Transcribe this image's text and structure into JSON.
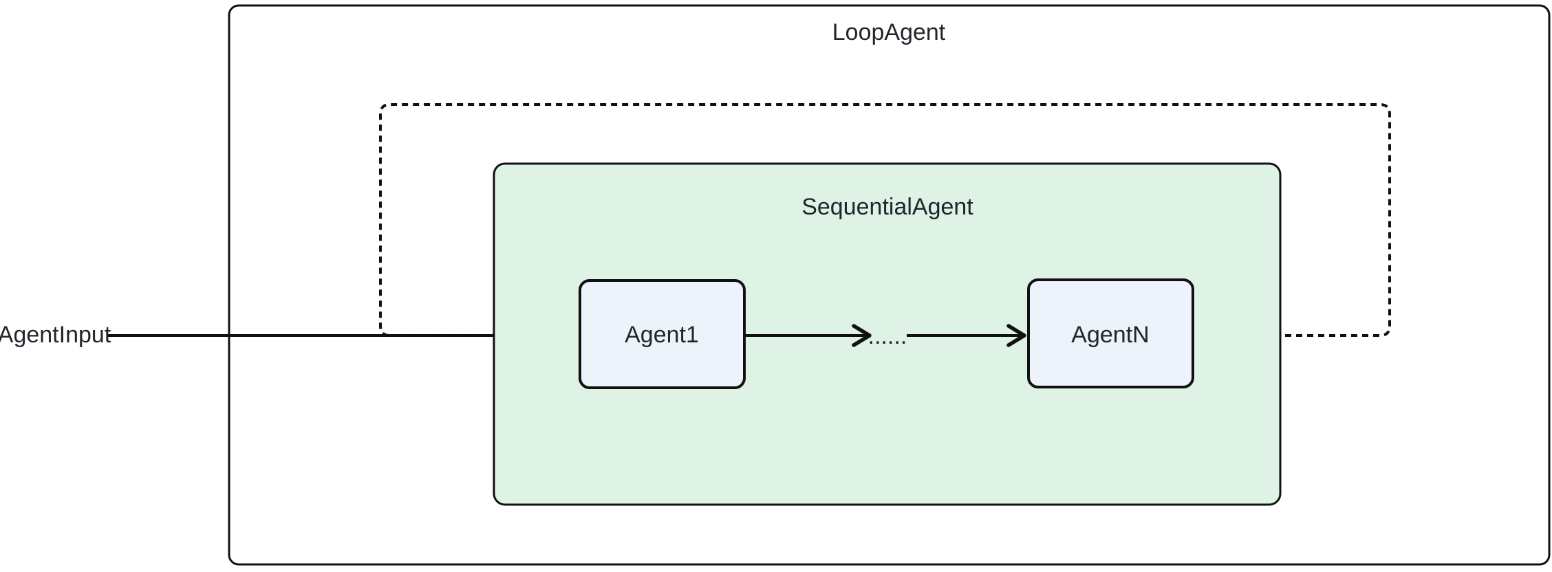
{
  "diagram": {
    "outer": {
      "label": "LoopAgent"
    },
    "sequential": {
      "label": "SequentialAgent"
    },
    "nodes": [
      {
        "label": "Agent1"
      },
      {
        "label": "AgentN"
      }
    ],
    "input_label": "AgentInput",
    "ellipsis": "......",
    "colors": {
      "canvas_bg": "#ffffff",
      "outer_fill": "#ffffff",
      "sequential_fill": "#def3e6",
      "node_fill": "#eef2fb",
      "stroke": "#111111",
      "text": "#21262d"
    }
  }
}
